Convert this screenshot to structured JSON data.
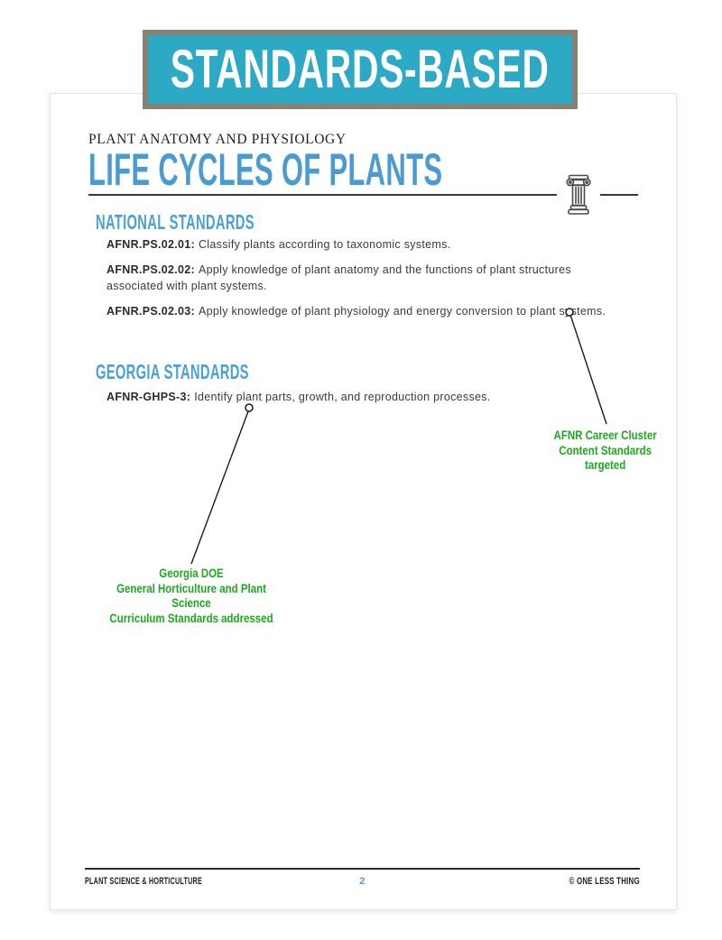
{
  "banner": {
    "label": "STANDARDS-BASED"
  },
  "page": {
    "kicker": "PLANT ANATOMY AND PHYSIOLOGY",
    "title": "LIFE CYCLES OF PLANTS",
    "header_icon": "column-icon",
    "sections": [
      {
        "heading": "NATIONAL STANDARDS",
        "items": [
          {
            "code": "AFNR.PS.02.01:",
            "text": "Classify plants according to taxonomic systems."
          },
          {
            "code": "AFNR.PS.02.02:",
            "text": "Apply knowledge of plant anatomy and the functions of plant structures associated with plant systems."
          },
          {
            "code": "AFNR.PS.02.03:",
            "text": "Apply knowledge of plant physiology and energy conversion to plant systems."
          }
        ]
      },
      {
        "heading": "GEORGIA STANDARDS",
        "items": [
          {
            "code": "AFNR-GHPS-3:",
            "text": "Identify plant parts, growth, and reproduction processes."
          }
        ]
      }
    ],
    "annotations": [
      {
        "target": "national-standard-3",
        "lines": [
          "AFNR Career Cluster",
          "Content Standards",
          "targeted"
        ]
      },
      {
        "target": "georgia-standard-1",
        "lines": [
          "Georgia DOE",
          "General Horticulture and Plant Science",
          "Curriculum Standards addressed"
        ]
      }
    ],
    "footer": {
      "left": "PLANT SCIENCE & HORTICULTURE",
      "page_number": "2",
      "right": "© ONE LESS THING"
    }
  },
  "colors": {
    "teal": "#2CA9C4",
    "banner_border": "#8B8172",
    "title_blue": "#4A9BD2",
    "heading_blue": "#4AA0D8",
    "green": "#1FA81F",
    "page_num_blue": "#4A9AD0"
  }
}
